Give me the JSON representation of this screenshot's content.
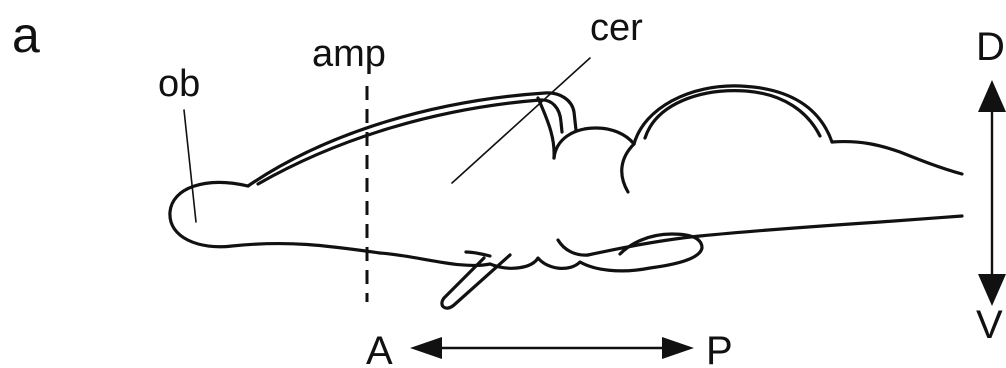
{
  "panel": {
    "letter": "a"
  },
  "labels": {
    "olfactory_bulb": "ob",
    "ampulla_section": "amp",
    "cerebrum": "cer"
  },
  "axes": {
    "dorsal": "D",
    "ventral": "V",
    "anterior": "A",
    "posterior": "P"
  },
  "colors": {
    "ink": "#111111",
    "background": "#ffffff"
  }
}
